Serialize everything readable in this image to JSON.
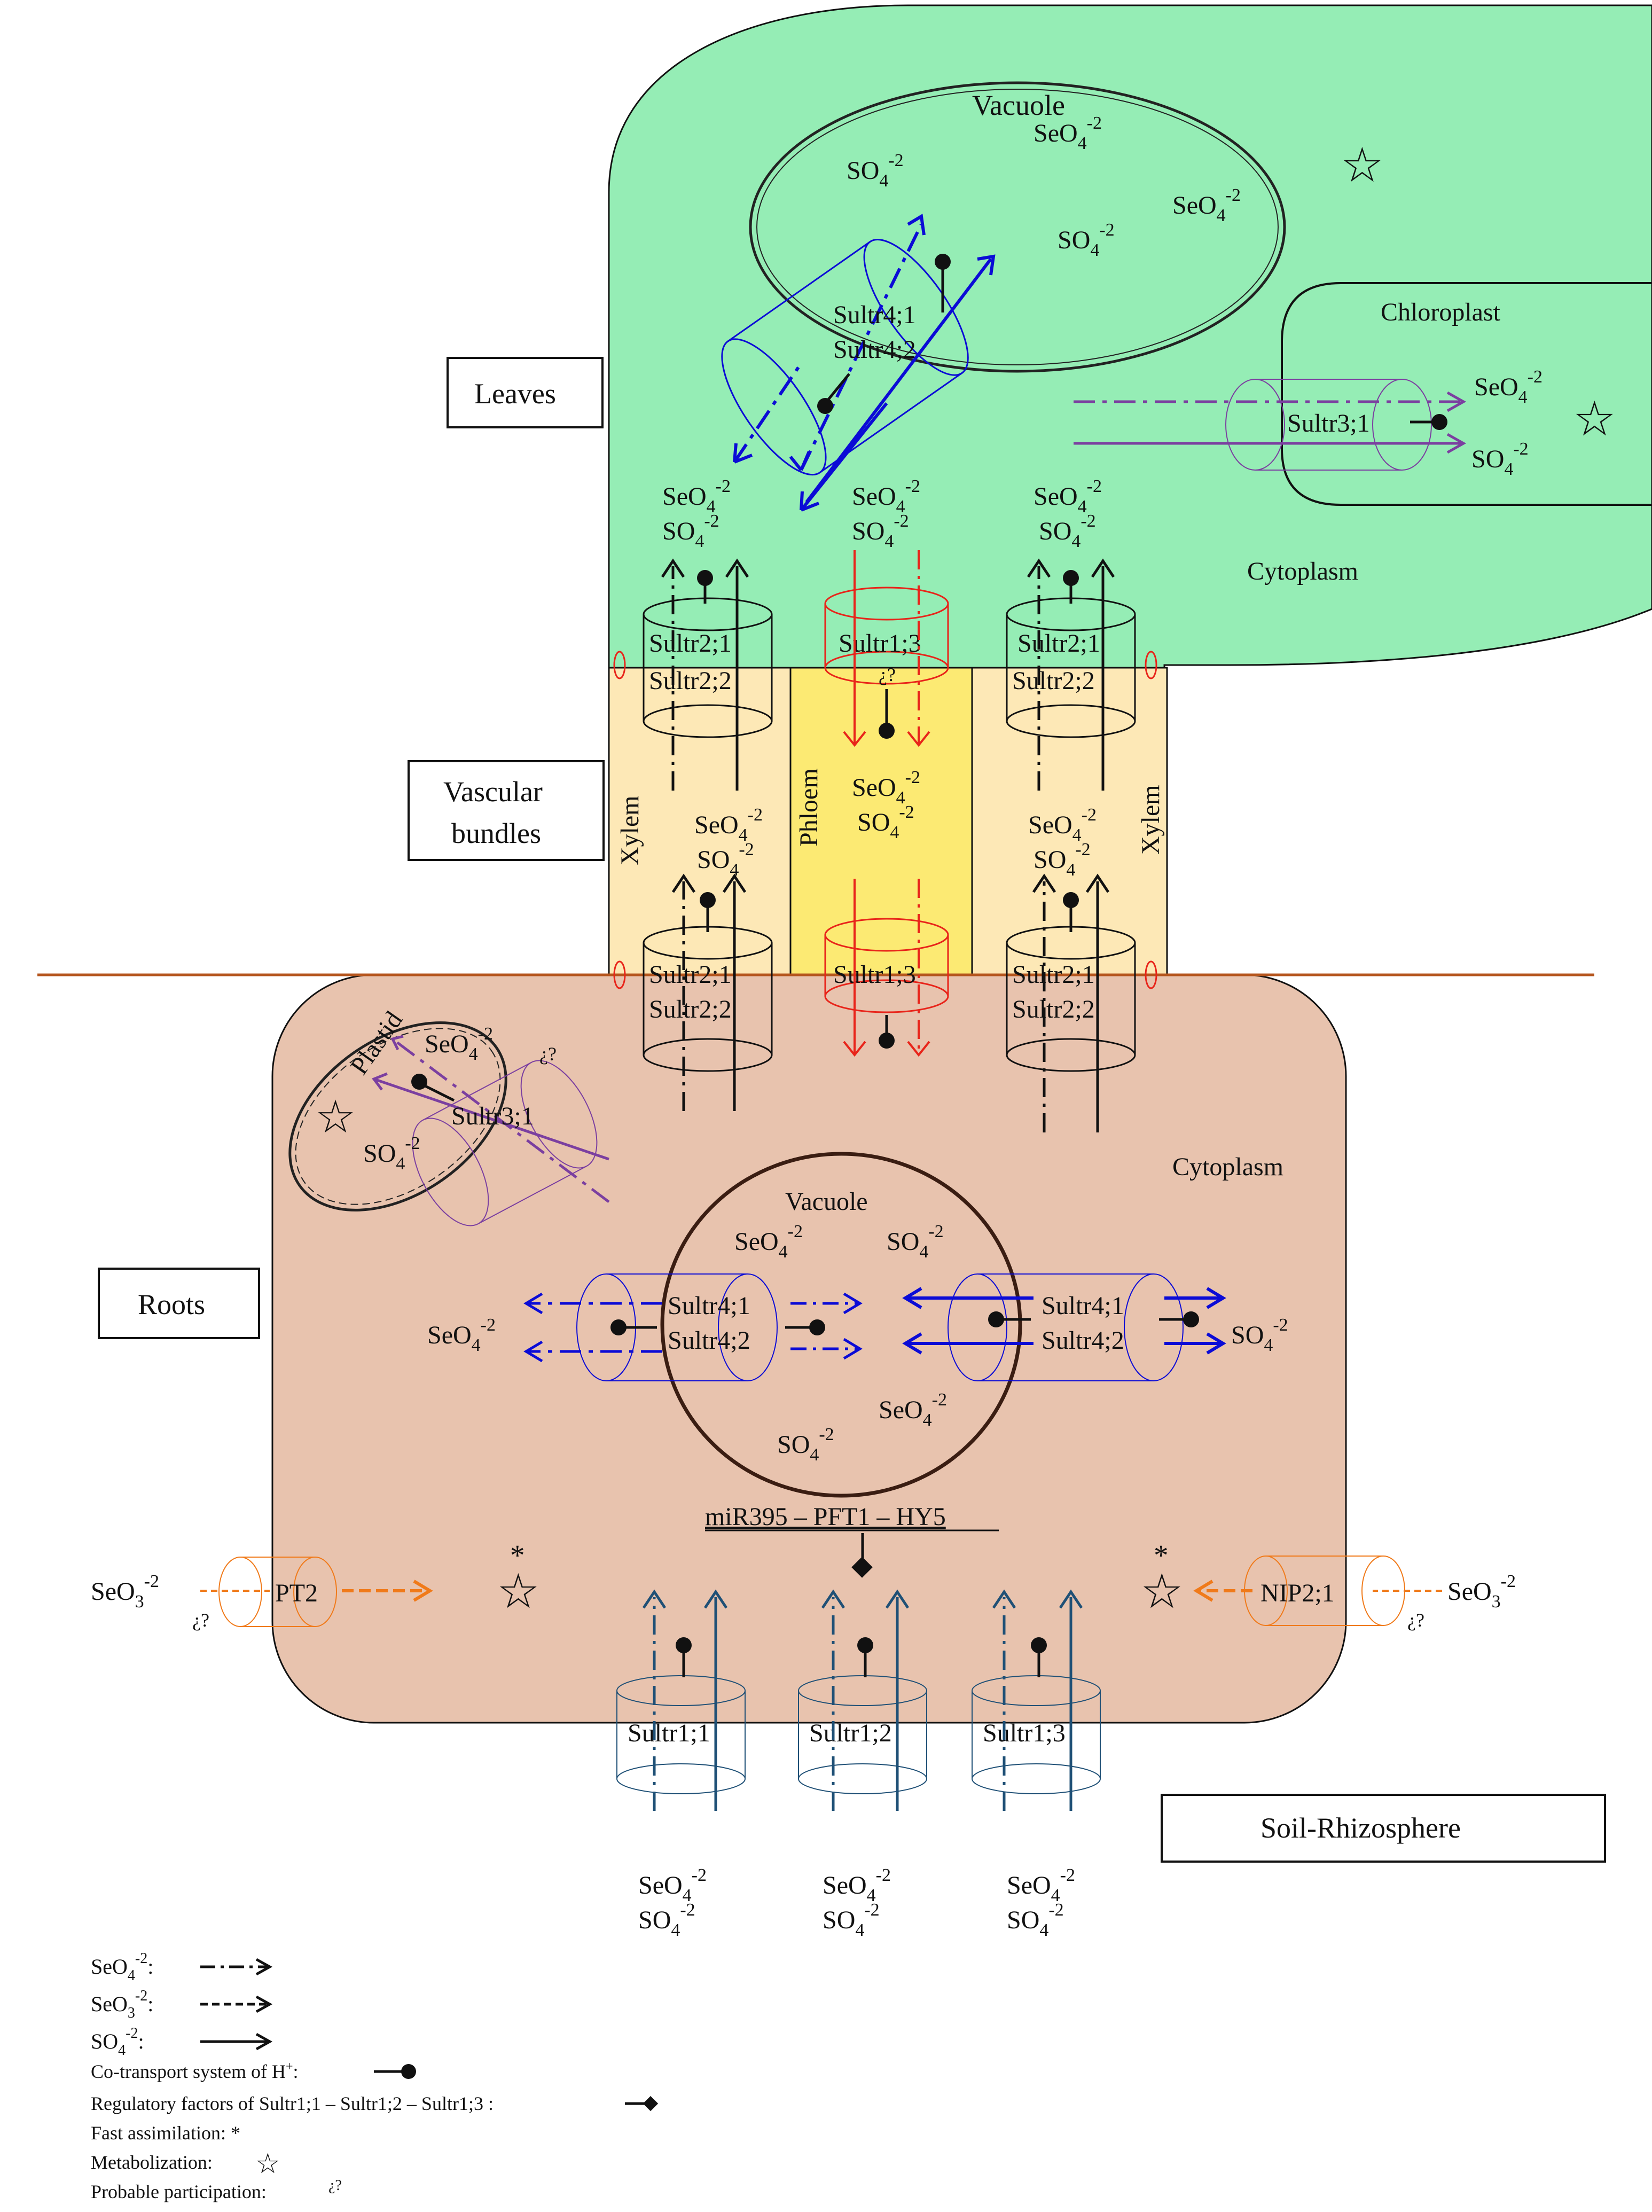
{
  "colors": {
    "leaves": "#95edb5",
    "vascular": "#fde8b6",
    "phloem": "#fcea73",
    "roots": "#e8c3ae",
    "se": "#0b0bd6",
    "sultr3": "#7b3fa0",
    "sultr1": "#1f5076",
    "orange": "#f07a1a",
    "red": "#e8241a",
    "boundary": "#b5561e"
  },
  "regions": {
    "leaves": "Leaves",
    "vascular_1": "Vascular",
    "vascular_2": "bundles",
    "roots": "Roots",
    "soil": "Soil-Rhizosphere",
    "xylem": "Xylem",
    "phloem": "Phloem"
  },
  "leaf": {
    "vacuole": "Vacuole",
    "chloroplast": "Chloroplast",
    "cytoplasm": "Cytoplasm",
    "sultr4_1": "Sultr4;1",
    "sultr4_2": "Sultr4;2",
    "sultr3_1": "Sultr3;1"
  },
  "vascular": {
    "sultr2_1": "Sultr2;1",
    "sultr2_2": "Sultr2;2",
    "sultr1_3": "Sultr1;3"
  },
  "root": {
    "plastid": "Plastid",
    "vacuole": "Vacuole",
    "cytoplasm": "Cytoplasm",
    "sultr3_1": "Sultr3;1",
    "sultr4_1": "Sultr4;1",
    "sultr4_2": "Sultr4;2",
    "regulators": "miR395 – PFT1 – HY5",
    "pt2": "PT2",
    "nip": "NIP2;1",
    "sultr1_1": "Sultr1;1",
    "sultr1_2": "Sultr1;2",
    "sultr1_3": "Sultr1;3"
  },
  "ions": {
    "seo4": "SeO",
    "so4": "SO",
    "seo3": "SeO",
    "sub4": "4",
    "sub3": "3",
    "charge": "-2"
  },
  "marks": {
    "probable": "¿?",
    "star": "☆",
    "asterisk": "*"
  },
  "legend": {
    "seo4": "SeO",
    "seo4_tail": ":",
    "seo3": "SeO",
    "seo3_tail": ":",
    "so4": "SO",
    "so4_tail": ":",
    "cotransport": "Co-transport system of H",
    "cotransport_sup": "+",
    "cotransport_tail": ":",
    "regulatory": "Regulatory factors of Sultr1;1 – Sultr1;2 – Sultr1;3 :",
    "fast": "Fast assimilation: *",
    "metabolization": "Metabolization:",
    "probable": "Probable participation:"
  }
}
